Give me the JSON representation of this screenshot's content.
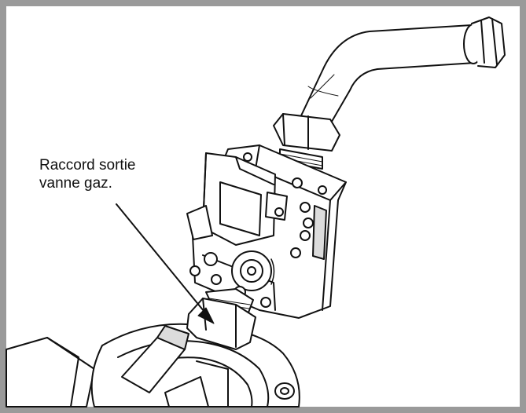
{
  "diagram": {
    "callout": {
      "line1": "Raccord sortie",
      "line2": "vanne gaz."
    },
    "colors": {
      "frame": "#9a9a9a",
      "stroke": "#111111",
      "fill": "#ffffff",
      "shade": "#dcdcdc"
    },
    "parts": [
      "gas-pipe",
      "pipe-nut",
      "gas-valve",
      "solenoid-coil",
      "valve-outlet-fitting",
      "burner-housing"
    ]
  }
}
